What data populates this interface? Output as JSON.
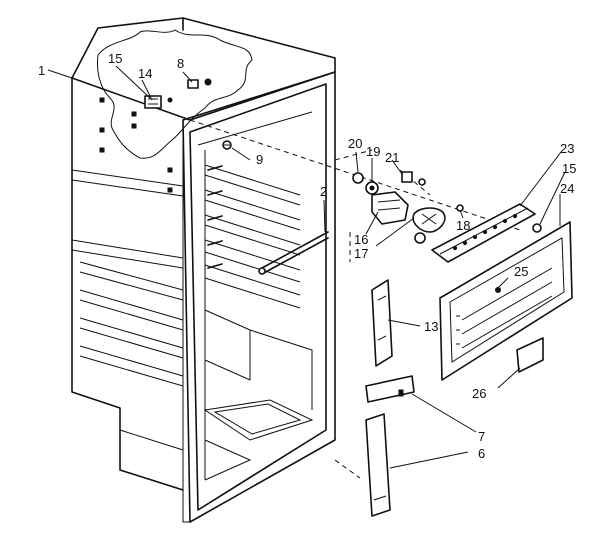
{
  "callouts": {
    "c1": "1",
    "c15a": "15",
    "c14": "14",
    "c8": "8",
    "c9": "9",
    "c2": "2",
    "c20": "20",
    "c19": "19",
    "c21": "21",
    "c16": "16",
    "c17": "17",
    "c18": "18",
    "c23": "23",
    "c15b": "15",
    "c24": "24",
    "c25": "25",
    "c13": "13",
    "c26": "26",
    "c7": "7",
    "c6": "6"
  }
}
